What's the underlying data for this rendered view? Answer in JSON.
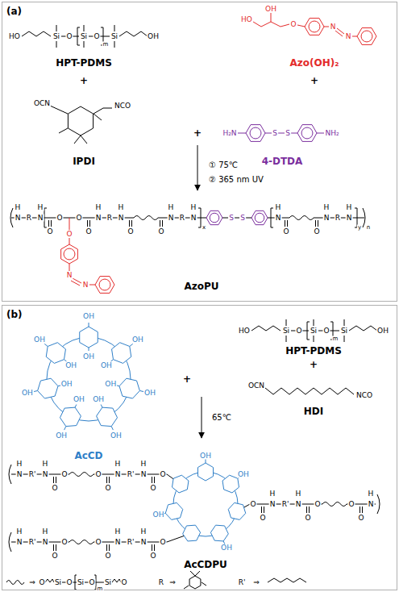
{
  "diagram": {
    "nodes": [
      {
        "text": [
          "(a)"
        ]
      },
      {
        "text": [
          "(b)"
        ]
      }
    ],
    "labels": [
      "HO",
      "Si",
      "O",
      "Si",
      "O",
      "m",
      "Si",
      "OH",
      "HPT-PDMS",
      "HO",
      "OH",
      "O",
      "N",
      "N",
      "Azo(OH)₂",
      "+",
      "+",
      "OCN",
      "NCO",
      "IPDI",
      "+",
      "H₂N",
      "S",
      "S",
      "NH₂",
      "4-DTDA",
      "① 75℃",
      "② 365 nm UV",
      "N",
      "H",
      "R",
      "N",
      "H",
      "O",
      "O",
      "O",
      "N",
      "N",
      "O",
      "O",
      "N",
      "H",
      "R",
      "N",
      "H",
      "O",
      "O",
      "N",
      "H",
      "R",
      "N",
      "H",
      "x",
      "S",
      "S",
      "N",
      "H",
      "O",
      "O",
      "N",
      "H",
      "R",
      "N",
      "H",
      "y",
      "n",
      "AzoPU",
      "OH",
      "OH",
      "OH",
      "OH",
      "OH",
      "OH",
      "OH",
      "OH",
      "OH",
      "OH",
      "OH",
      "OH",
      "OH",
      "OH",
      "AcCD",
      "+",
      "HO",
      "Si",
      "O",
      "Si",
      "O",
      "m",
      "Si",
      "OH",
      "HPT-PDMS",
      "+",
      "OCN",
      "NCO",
      "HDI",
      "65℃",
      "OH",
      "OH",
      "OH",
      "OH",
      "N",
      "H",
      "R'",
      "N",
      "H",
      "O",
      "O",
      "O",
      "O",
      "N",
      "H",
      "R'",
      "N",
      "H",
      "O",
      "O",
      "N",
      "H",
      "R'",
      "N",
      "H",
      "O",
      "O",
      "O",
      "O",
      "N",
      "H",
      "R'",
      "N",
      "H",
      "O",
      "O",
      "O",
      "O",
      "N",
      "H",
      "R'",
      "N",
      "H",
      "O",
      "O",
      "O",
      "O",
      "N",
      "H",
      "AcCDPU",
      "⇒",
      "O",
      "Si",
      "O",
      "Si",
      "O",
      "m",
      "Si",
      "O",
      "R",
      "⇒",
      "R'",
      "⇒"
    ]
  }
}
